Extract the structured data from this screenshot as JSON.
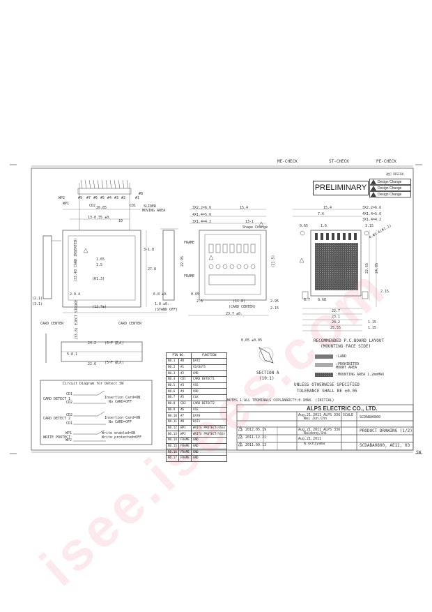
{
  "header": {
    "me_check": "ME-CHECK",
    "st_check": "ST-CHECK",
    "pe_check": "PE-CHECK"
  },
  "stamp": {
    "title": "PRELIMINARY"
  },
  "revisions": {
    "head": "改訂 DESIGN",
    "items": [
      "Design Change",
      "Design Change",
      "Design Change"
    ]
  },
  "views": {
    "front_labels": [
      "WP2",
      "WP1",
      "CD2",
      "CD1",
      "#9",
      "#7",
      "#6",
      "#5",
      "#4",
      "#3",
      "#2",
      "#8",
      "#1"
    ],
    "front_dims": [
      "26.85",
      "13-0.35 ±0.",
      "10",
      "SLIDER",
      "MOVING AREA",
      "1.65",
      "1.5",
      "3-1.8",
      "(R1.3)",
      "2-0.4",
      "(12.7±)",
      "(3.1)",
      "(2.1)",
      "CARD CENTER",
      "CARD CENTER",
      "6.8 ±0.",
      "1.8 ±0.",
      "(STAND OFF)",
      "27.8",
      "(33.40 CARD INSERTED)",
      "(33.8) EJECT STROKE",
      "24.2",
      "22.6",
      "5-0.1"
    ],
    "bottom_view_labels": [
      "(5~F 拡大)",
      "(5~F 拡大)"
    ],
    "right_dims": [
      "3X2.2=6.6",
      "15.4",
      "4X1.4=5.6",
      "3X1.4=4.2",
      "13-1",
      "Shape Change",
      "FRAME",
      "FRAME",
      "22.95",
      "(21.5)",
      "0.65",
      "2.6",
      "(11.8)",
      "(CARD CENTER)",
      "23.7 ±0.",
      "2.95",
      "2.15",
      "SECTION A",
      "(10:1)",
      "0.65 ±0.05"
    ],
    "pcb_dims": [
      "15.4",
      "3X2.2=6.6",
      "7.6",
      "4X1.4=5.6",
      "3X1.4=4.2",
      "3.15",
      "4-Φ1.6(Φ1.1)",
      "0.65",
      "1.6",
      "0.7",
      "0.68",
      "22.7",
      "23.1",
      "24.2",
      "25.55",
      "1.15",
      "1.15",
      "22.65",
      "24.85",
      "2.15"
    ],
    "pcb_title": "RECOMMENDED P.C.BOARD LAYOUT",
    "pcb_subtitle": "(MOUNTING FACE SIDE)",
    "legend": [
      {
        "label": ":LAND"
      },
      {
        "label": ":PROHIBITED MOUNT AREA"
      },
      {
        "label": ":MOUNTING AREA 1.2mmMAX"
      }
    ],
    "tolerance_line1": "UNLESS OTHERWISE SPECIFIED",
    "tolerance_line2": "TOLERANCE SHALL BE ±0.05",
    "notes": "NOTES   1.ALL TERMINALS COPLANARITY:0.1MAX. (INITIAL)"
  },
  "circuit": {
    "title": "Circuit Diagram for Detect SW",
    "rows": [
      {
        "label": "CARD DETECT 1",
        "pins": [
          "CD1",
          "CD2"
        ],
        "note1": "Insertion Card=ON",
        "note2": "No CARD=OFF"
      },
      {
        "label": "CARD DETECT 2",
        "pins": [
          "CD2",
          "CD1"
        ],
        "note1": "Insertion Card=ON",
        "note2": "No CARD=OFF"
      },
      {
        "label": "WRITE PROTECT",
        "pins": [
          "WP1",
          "WP2"
        ],
        "note1": "Write enabled=ON",
        "note2": "Write protected=OFF"
      }
    ]
  },
  "pin_table": {
    "headers": [
      "PIN NO.",
      "FUNCTION"
    ],
    "rows": [
      [
        "NO.1",
        "#8",
        "DAT2"
      ],
      [
        "NO.2",
        "#1",
        "CD/DAT3"
      ],
      [
        "NO.3",
        "#2",
        "CMD"
      ],
      [
        "NO.4",
        "CD1",
        "CARD DETECT1"
      ],
      [
        "NO.5",
        "#3",
        "VSS"
      ],
      [
        "NO.6",
        "#4",
        "VDD"
      ],
      [
        "NO.7",
        "#5",
        "CLK"
      ],
      [
        "NO.8",
        "CD2",
        "CARD DETECT2"
      ],
      [
        "NO.9",
        "#6",
        "VSS"
      ],
      [
        "NO.10",
        "#7",
        "DAT0"
      ],
      [
        "NO.11",
        "#8",
        "DAT1"
      ],
      [
        "NO.12",
        "WP1",
        "WRITE PROTECT(VSS)"
      ],
      [
        "NO.13",
        "WP2",
        "WRITE PROTECT(VSS)"
      ],
      [
        "NO.14",
        "FRAME",
        "GND"
      ],
      [
        "NO.15",
        "FRAME",
        "GND"
      ],
      [
        "NO.16",
        "FRAME",
        "GND"
      ],
      [
        "NO.17",
        "FRAME",
        "GND"
      ]
    ]
  },
  "title_block": {
    "company": "ALPS ELECTRIC CO., LTD.",
    "history": [
      {
        "mark": "3",
        "date": "2012.05.19"
      },
      {
        "mark": "2",
        "date": "2011.12.21"
      },
      {
        "mark": "1",
        "date": "2011.09.13"
      }
    ],
    "drawn": "Aug.21.2011  ALPS 336",
    "drawn_name": "Wei Jun.Chn",
    "checked": "Aug.21.2011  ALPS 336",
    "checked_name": "Baidong.Shi",
    "approved": "Aug.21.2011",
    "approved_name": "A.uchiyama",
    "scale_label": "SCALE",
    "drawing_no_small": "SCDABA0800",
    "title": "PRODUCT DRAWING (1/2)",
    "drawing_no": "SCDABA0800, AE12, 03",
    "sw_mark": "SW"
  },
  "watermark": "isee.isees.com"
}
